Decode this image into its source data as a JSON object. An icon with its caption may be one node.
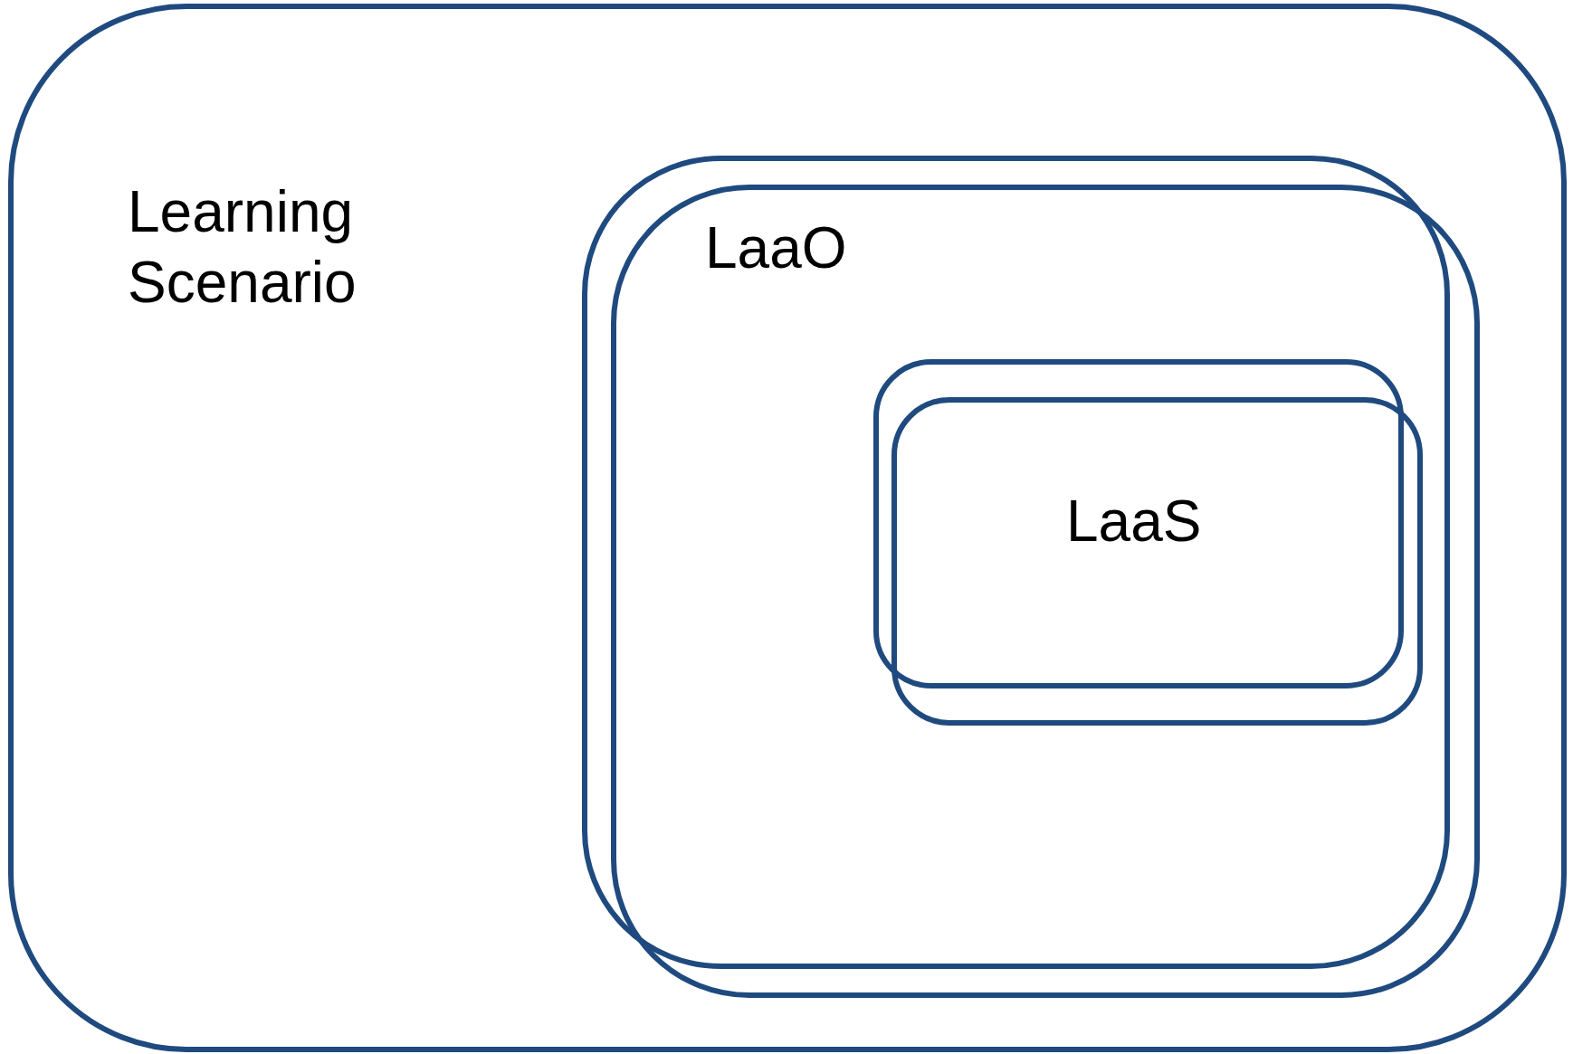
{
  "diagram": {
    "nodes": [
      {
        "text": [
          "Learning Scenario"
        ]
      },
      {
        "text": [
          "LaaO"
        ],
        "in": 0
      },
      {
        "text": [
          "LaaS"
        ],
        "in": 1
      }
    ]
  }
}
